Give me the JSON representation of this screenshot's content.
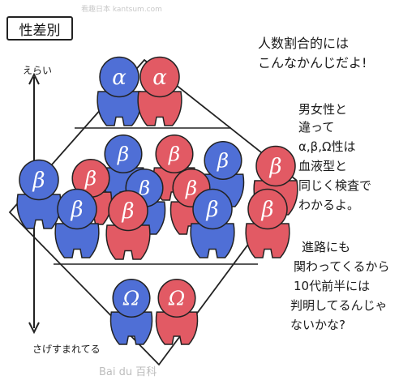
{
  "title_label": "性差別",
  "axis": {
    "top_label": "えらい",
    "bottom_label": "さげすまれてる"
  },
  "headline": [
    "人数割合的には",
    "こんなかんじだよ!"
  ],
  "note_a": [
    "男女性と",
    "違って",
    "α,β,Ω性は",
    "血液型と",
    "同じく検査で",
    "わかるよ。"
  ],
  "note_b": [
    "進路にも",
    "関わってくるから",
    "10代前半には",
    "判明してるんじゃ",
    "ないかな?"
  ],
  "figures": {
    "alpha_label": "α",
    "beta_label": "β",
    "omega_label": "Ω"
  },
  "colors": {
    "blue": "#4f6fd6",
    "red": "#e25a64",
    "ink": "#222222"
  },
  "watermark_top": "看趣日本 kantsum.com",
  "watermark_bottom": "Bai du 百科"
}
